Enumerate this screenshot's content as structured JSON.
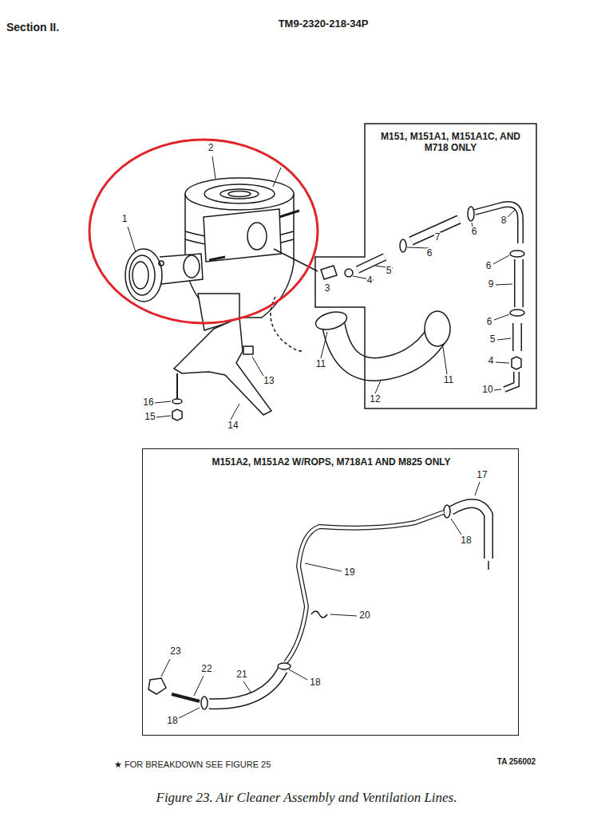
{
  "diagram": {
    "caption": "Figure 23. Air Cleaner Assembly and Ventilation Lines.",
    "nodes": [
      {
        "text": [
          "M151, M151A1, M151A1C, AND M718 ONLY"
        ]
      },
      {
        "text": [
          "M151A2, M151A2 W/ROPS, M718A1 AND M825 ONLY"
        ]
      }
    ],
    "labels": [
      "Section II.",
      "TM9-2320-218-34P",
      "2",
      "1",
      "8",
      "6",
      "7",
      "6",
      "5",
      "4",
      "3",
      "6",
      "9",
      "6",
      "5",
      "4",
      "11",
      "11",
      "13",
      "10",
      "12",
      "16",
      "15",
      "14",
      "17",
      "18",
      "19",
      "20",
      "23",
      "22",
      "21",
      "18",
      "18",
      "★ FOR BREAKDOWN SEE FIGURE 25",
      "TA 256002"
    ]
  }
}
